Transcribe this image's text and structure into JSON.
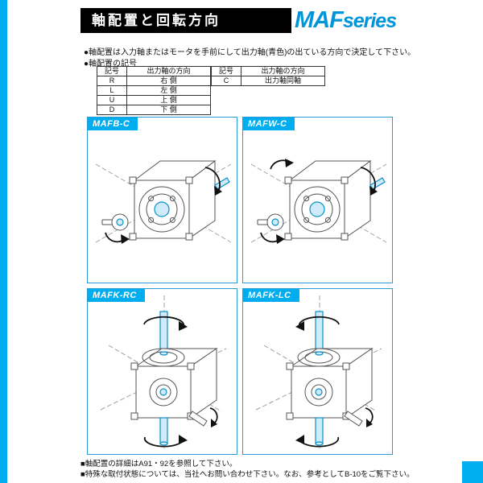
{
  "page": {
    "title": "軸配置と回転方向",
    "logo_maf": "MAF",
    "logo_series": "series"
  },
  "notes": {
    "line1": "●軸配置は入力軸またはモータを手前にして出力軸(青色)の出ている方向で決定して下さい。",
    "line2": "●軸配置の記号"
  },
  "tables": {
    "left": {
      "headers": [
        "記号",
        "出力軸の方向"
      ],
      "rows": [
        [
          "R",
          "右 側"
        ],
        [
          "L",
          "左 側"
        ],
        [
          "U",
          "上 側"
        ],
        [
          "D",
          "下 側"
        ]
      ]
    },
    "right": {
      "headers": [
        "記号",
        "出力軸の方向"
      ],
      "rows": [
        [
          "C",
          "出力軸同軸"
        ]
      ]
    }
  },
  "panels": [
    {
      "label": "MAFB-C"
    },
    {
      "label": "MAFW-C"
    },
    {
      "label": "MAFK-RC"
    },
    {
      "label": "MAFK-LC"
    }
  ],
  "footer": {
    "line1": "■軸配置の詳細はA91・92を参照して下さい。",
    "line2": "■特殊な取付状態については、当社へお問い合わせ下さい。なお、参考としてB-10をご覧下さい。"
  },
  "colors": {
    "accent_cyan": "#00AEEF",
    "shaft_blue": "#0a90c8",
    "panel_border": "#2b9bd7",
    "header_bg": "#000000"
  }
}
